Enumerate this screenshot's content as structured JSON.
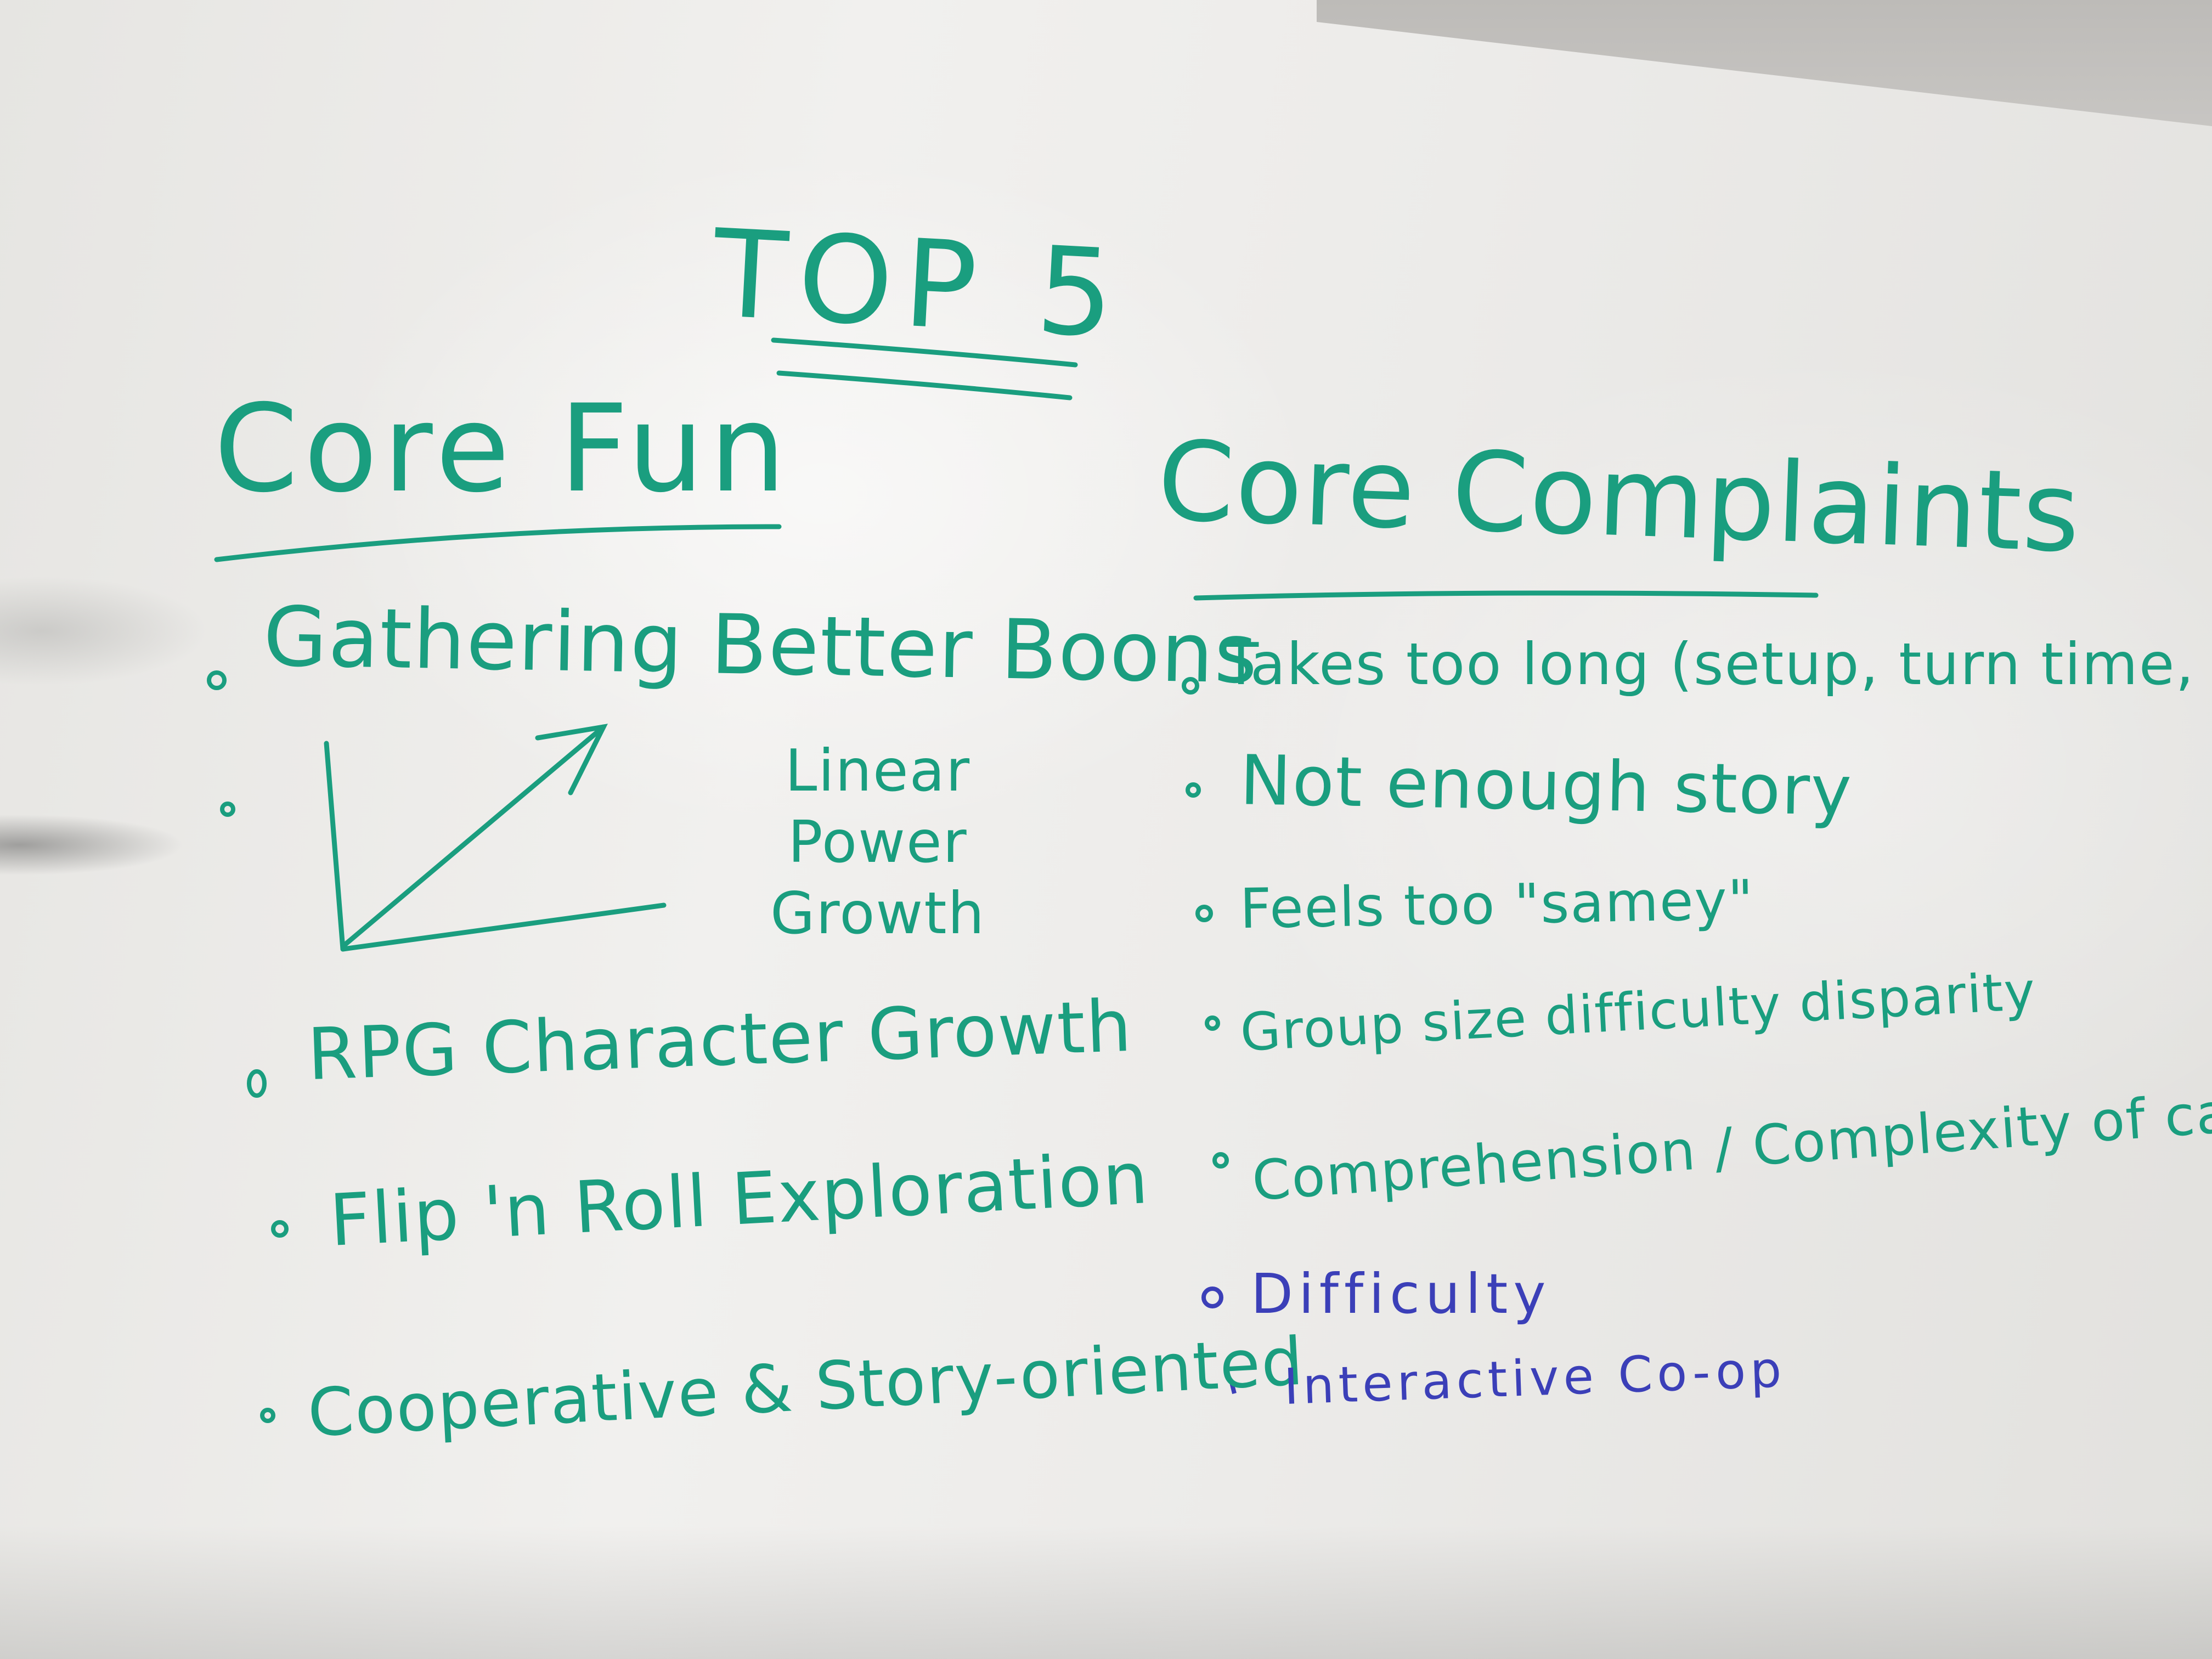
{
  "board": {
    "title": "TOP 5",
    "left_heading": "Core Fun",
    "right_heading": "Core Complaints",
    "fun_items": [
      "Gathering Better Boons",
      "Linear Power Growth",
      "RPG Character Growth",
      "Flip 'n Roll Exploration",
      "Cooperative & Story-oriented"
    ],
    "complaint_items": [
      "Takes too long (setup, turn time, tear down)",
      "Not enough story",
      "Feels too \"samey\"",
      "Group size difficulty disparity",
      "Comprehension / Complexity of card text",
      "Difficulty",
      "Interactive Co-op"
    ],
    "ink_colors": {
      "green": "#1a9e7f",
      "blue": "#3b3fb8"
    }
  }
}
